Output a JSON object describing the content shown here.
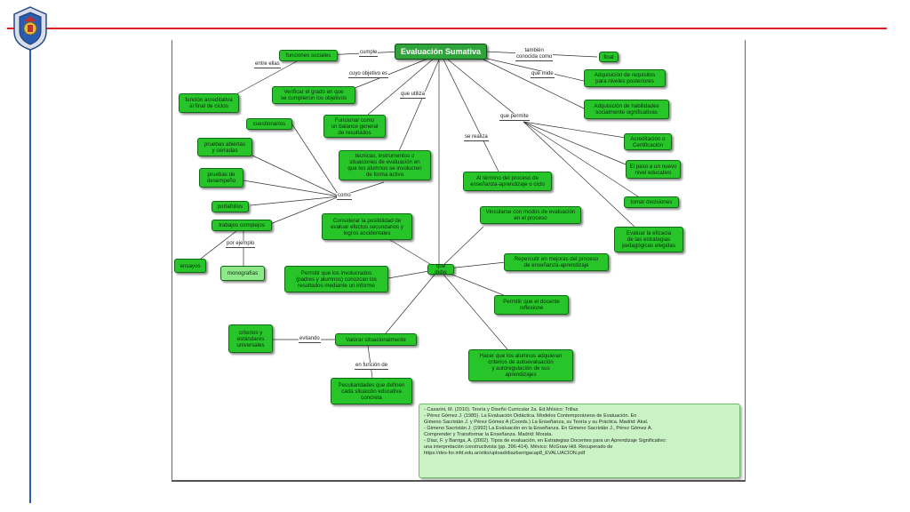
{
  "colors": {
    "node_fill": "#27c42a",
    "root_fill": "#2fa43a",
    "header_line": "#e02020",
    "side_line": "#2a5db0",
    "refs_fill": "#c9f3c4"
  },
  "root": "Evaluación Sumativa",
  "nodes": {
    "funciones_sociales": "funciones sociales",
    "funcion_acreditativa": "función acreditativa\nal final de ciclos",
    "verificar_grado": "Verificar el grado en que\nse cumplieron los objetivos",
    "funcionar_balance": "Funcionar como\nun balance general\nde resultados",
    "final": "final",
    "adquisicion_requisitos": "Adquisición de requisitos\npara niveles posteriores",
    "adquisicion_habilidades": "Adquisición de habilidades\nsocialmente significativas",
    "cuestionarios": "cuestionarios",
    "pruebas_abiertas": "pruebas abiertas\ny cerradas",
    "pruebas_desempeno": "pruebas de\ndesempeño",
    "portafolios": "portafolios",
    "trabajos_complejos": "trabajos complejos",
    "ensayos": "ensayos",
    "monografias": "monografías",
    "tecnicas": "técnicas, instrumentos o\nsituaciones de evaluación en\nque los alumnos se involucren\nde forma activa",
    "al_termino": "Al término del proceso de\nenseñanza-aprendizaje o ciclo",
    "acreditacion": "Acreditación o\nCertificación",
    "paso_nivel": "El paso a un nuevo\nnivel educativo",
    "tomar_decisiones": "tomar decisiones",
    "evaluar_eficacia": "Evaluar la eficacia\nde las estrategias\npedagógicas elegidas",
    "considerar_efectos": "Considerar la posibilidad de\nevaluar efectos secundarios y\nlogros accidentales",
    "vincularse": "Vincularse con modos de evaluación\nen el proceso",
    "repercutir": "Repercutir en mejoras del proceso\nde enseñanza-aprendizaje",
    "permitir_involucrados": "Permitir que los involucrados\n(padres y alumnos) conozcan los\nresultados mediante un informe",
    "permitir_docente": "Permitir que el docente\nreflexione",
    "valorar": "Valorar situacionalmente",
    "criterios": "criterios y\nestándares\nuniversales",
    "peculiaridades": "Peculiaridades que definen\ncada situación educativa\nconcreta",
    "hacer_alumnos": "Hacer que los alumnos adquieran\ncriterios de autoevaluación\ny autoregulación de sus\naprendizajes"
  },
  "links": {
    "cumple": "cumple",
    "entre_ellas": "entre ellas",
    "cuyo_objetivo": "cuyo objetivo es",
    "tambien": "también\nconocida como",
    "que_mide": "que mide",
    "que_utiliza": "que utiliza",
    "como": "como",
    "por_ejemplo": "por ejemplo",
    "se_realiza": "se realiza",
    "que_permite": "que permite",
    "que_debe": "que debe",
    "evitando": "evitando",
    "en_funcion": "en función de"
  },
  "references": [
    "- Casarini, M. (2010). Teoría y Diseño Curricular 2a. Ed.México: Trillas",
    "- Pérez Gómez J. (1985). La Evaluación Didáctica.  Modelos Contemporáneos de Evaluación. En\nGimeno Sacristán J. y Pérez Gómez A (Coords.) La Enseñanza, su Teoría y su Práctica. Madrid: Akal.",
    "- Gimeno Sacristán J. (1992) La Evaluación en la Enseñanza. En Gimeno Sacristán J., Pérez Gómez A.\nComprender y Transformar la Enseñanza.  Madrid: Morata.",
    "- Díaz, F. y Barriga, A. (2002). Tipos de evaluación, en Estrategias Docentes para un Aprendizaje Significativo:\nuna interpretación constructivista (pp. 396-414). México: McGraw Hill. Recuperado de\nhttps://des-for.infd.edu.ar/sitio/upload/diazbarrigacap8_EVALUACION.pdf"
  ]
}
